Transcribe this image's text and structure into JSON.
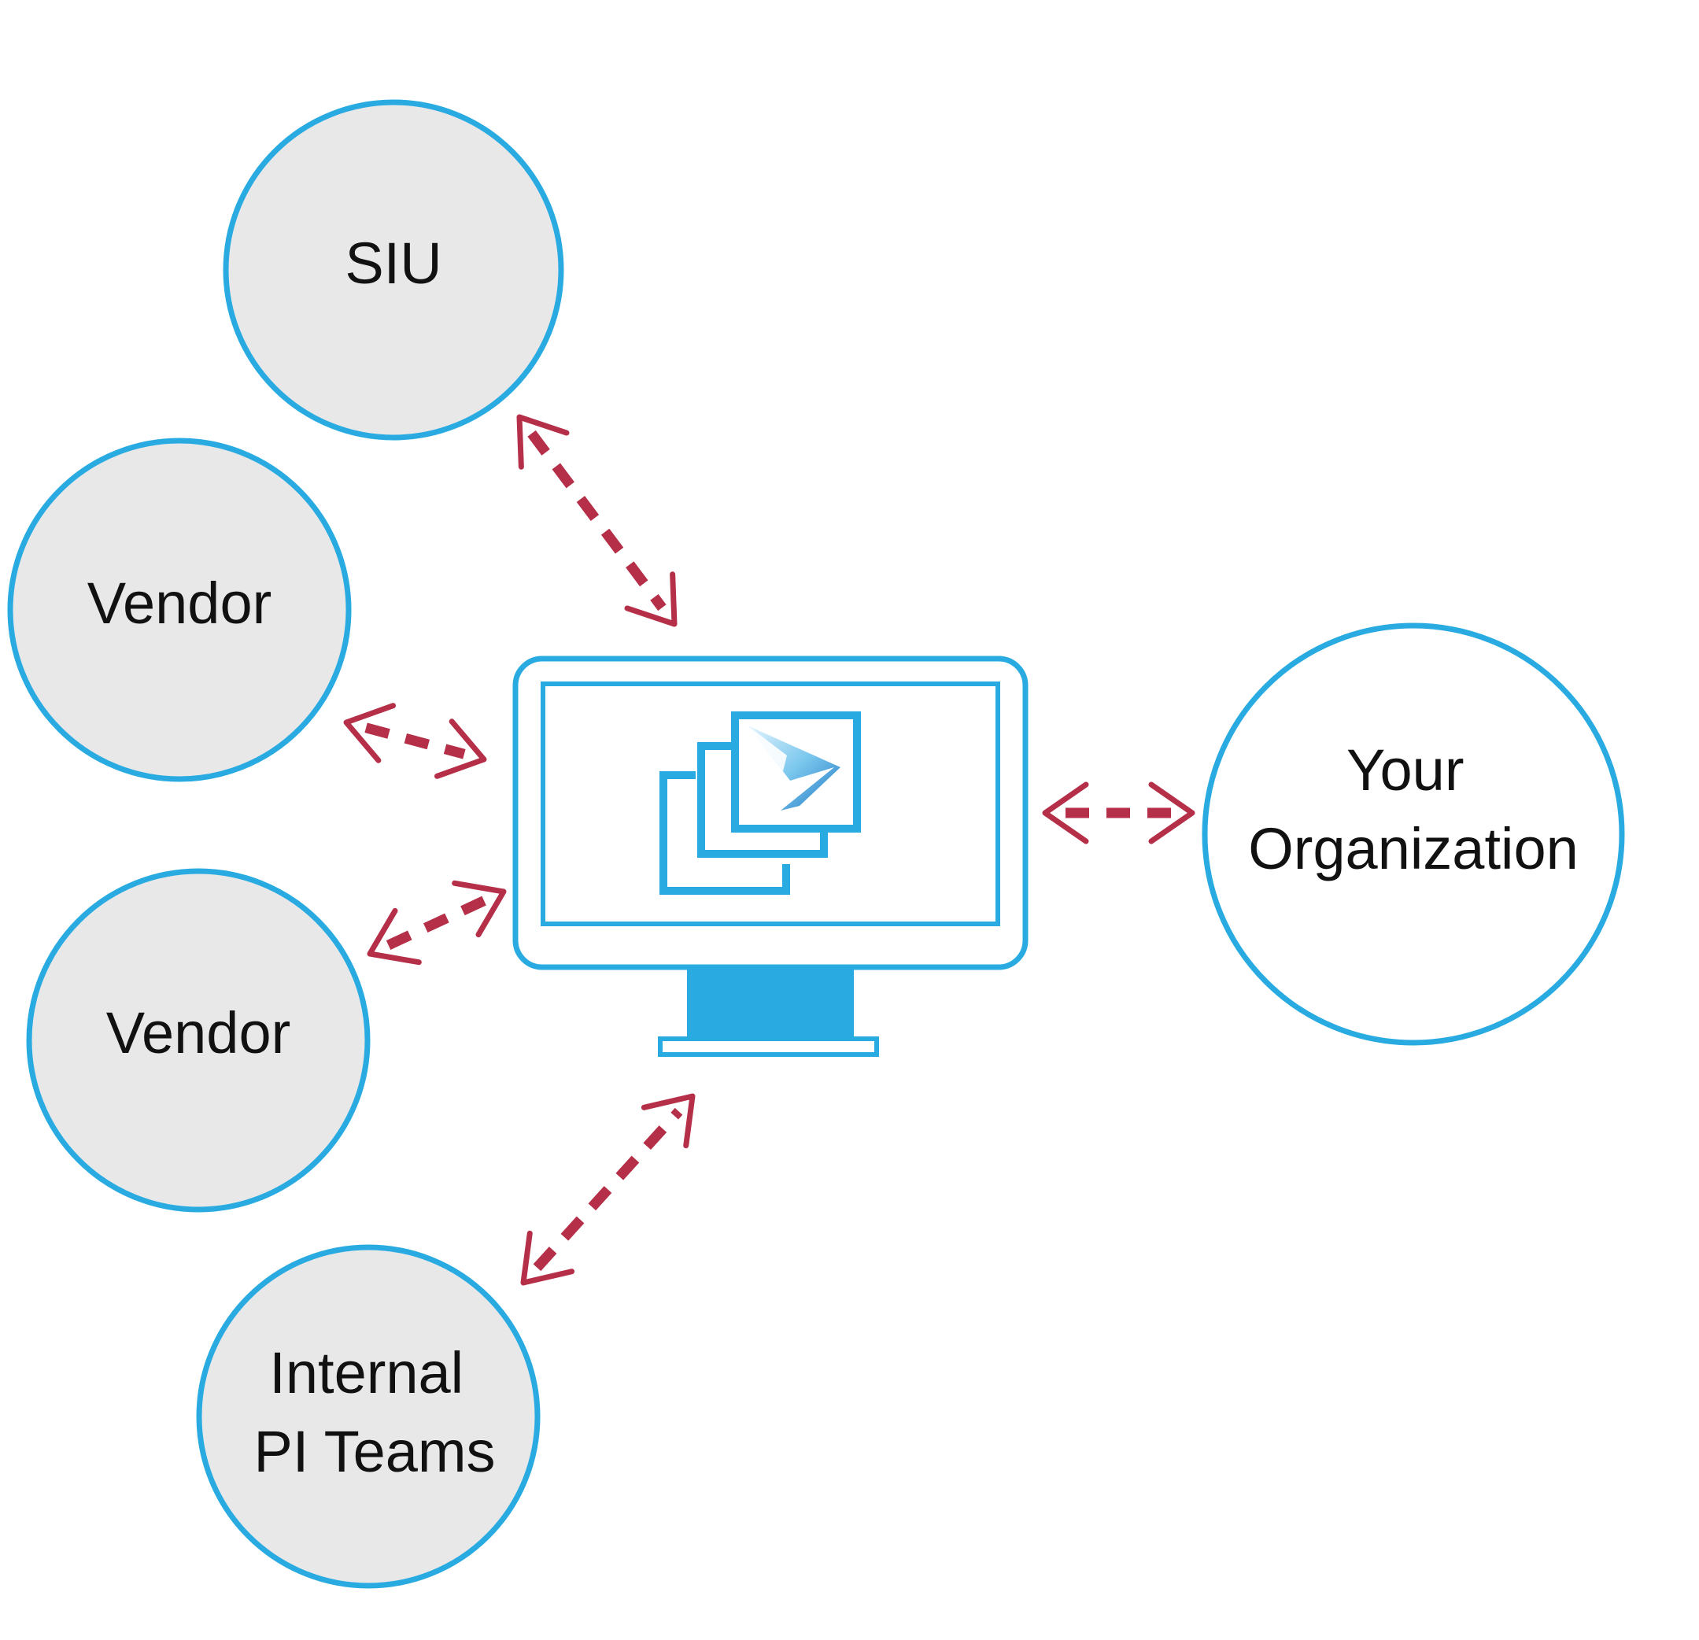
{
  "diagram": {
    "colors": {
      "node_stroke": "#29abe2",
      "node_fill_gray": "#e8e8e8",
      "node_fill_white": "#ffffff",
      "arrow": "#b52f48",
      "monitor": "#29abe2"
    },
    "center": {
      "name": "computer-monitor",
      "icon": "stacked-windows-logo-icon"
    },
    "nodes": [
      {
        "id": "siu",
        "lines": [
          "SIU"
        ],
        "fill": "gray"
      },
      {
        "id": "vendor-1",
        "lines": [
          "Vendor"
        ],
        "fill": "gray"
      },
      {
        "id": "vendor-2",
        "lines": [
          "Vendor"
        ],
        "fill": "gray"
      },
      {
        "id": "internal-pi-teams",
        "lines": [
          "Internal",
          "PI Teams"
        ],
        "fill": "gray"
      },
      {
        "id": "your-organization",
        "lines": [
          "Your",
          "Organization"
        ],
        "fill": "white"
      }
    ],
    "connections": [
      {
        "from": "siu",
        "to": "computer-monitor",
        "style": "dashed",
        "direction": "bidirectional"
      },
      {
        "from": "vendor-1",
        "to": "computer-monitor",
        "style": "dashed",
        "direction": "bidirectional"
      },
      {
        "from": "vendor-2",
        "to": "computer-monitor",
        "style": "dashed",
        "direction": "bidirectional"
      },
      {
        "from": "internal-pi-teams",
        "to": "computer-monitor",
        "style": "dashed",
        "direction": "bidirectional"
      },
      {
        "from": "your-organization",
        "to": "computer-monitor",
        "style": "dashed",
        "direction": "bidirectional"
      }
    ]
  }
}
